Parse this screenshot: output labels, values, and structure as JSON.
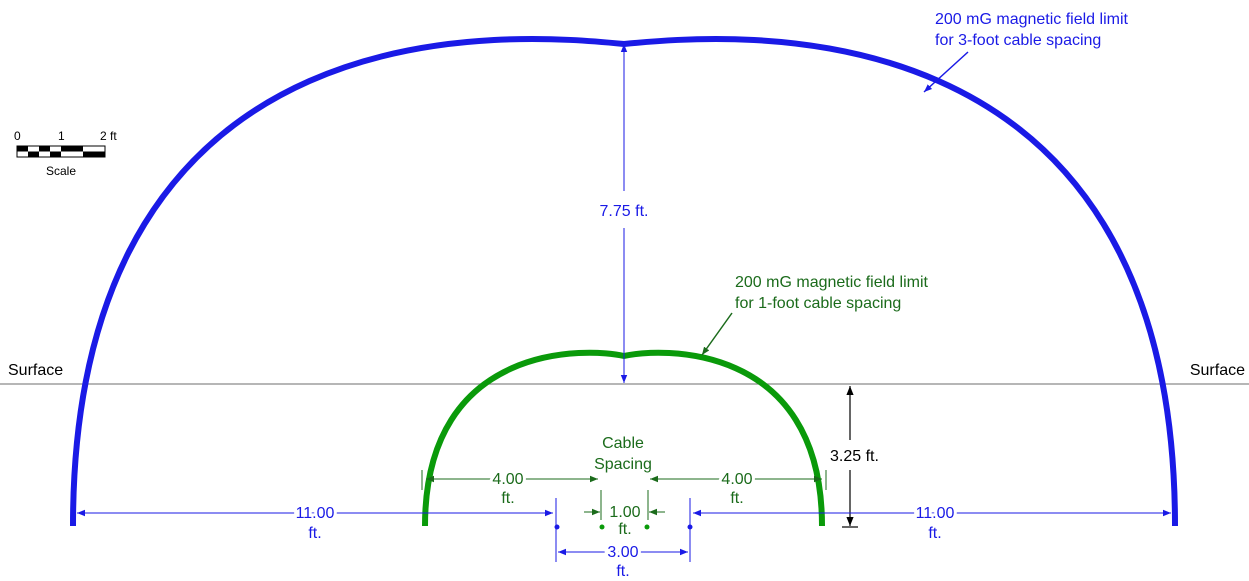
{
  "colors": {
    "blue": "#1a1ae6",
    "green": "#0a9a0a",
    "dark_green": "#1b6b1b",
    "surface_line": "#8a8a8a",
    "black": "#000000"
  },
  "surface": {
    "left_label": "Surface",
    "right_label": "Surface"
  },
  "scale": {
    "tick_0": "0",
    "tick_1": "1",
    "tick_2": "2 ft",
    "caption": "Scale"
  },
  "outer_field": {
    "label_line1": "200 mG magnetic field limit",
    "label_line2": "for 3-foot cable spacing",
    "height_label": "7.75 ft.",
    "left_width_value": "11.00",
    "left_width_unit": "ft.",
    "right_width_value": "11.00",
    "right_width_unit": "ft."
  },
  "inner_field": {
    "label_line1": "200 mG magnetic field limit",
    "label_line2": "for 1-foot cable spacing",
    "left_width_value": "4.00",
    "left_width_unit": "ft.",
    "right_width_value": "4.00",
    "right_width_unit": "ft."
  },
  "cable_spacing": {
    "title_line1": "Cable",
    "title_line2": "Spacing",
    "inner_value": "1.00",
    "inner_unit": "ft.",
    "outer_value": "3.00",
    "outer_unit": "ft."
  },
  "depth": {
    "label": "3.25 ft."
  }
}
